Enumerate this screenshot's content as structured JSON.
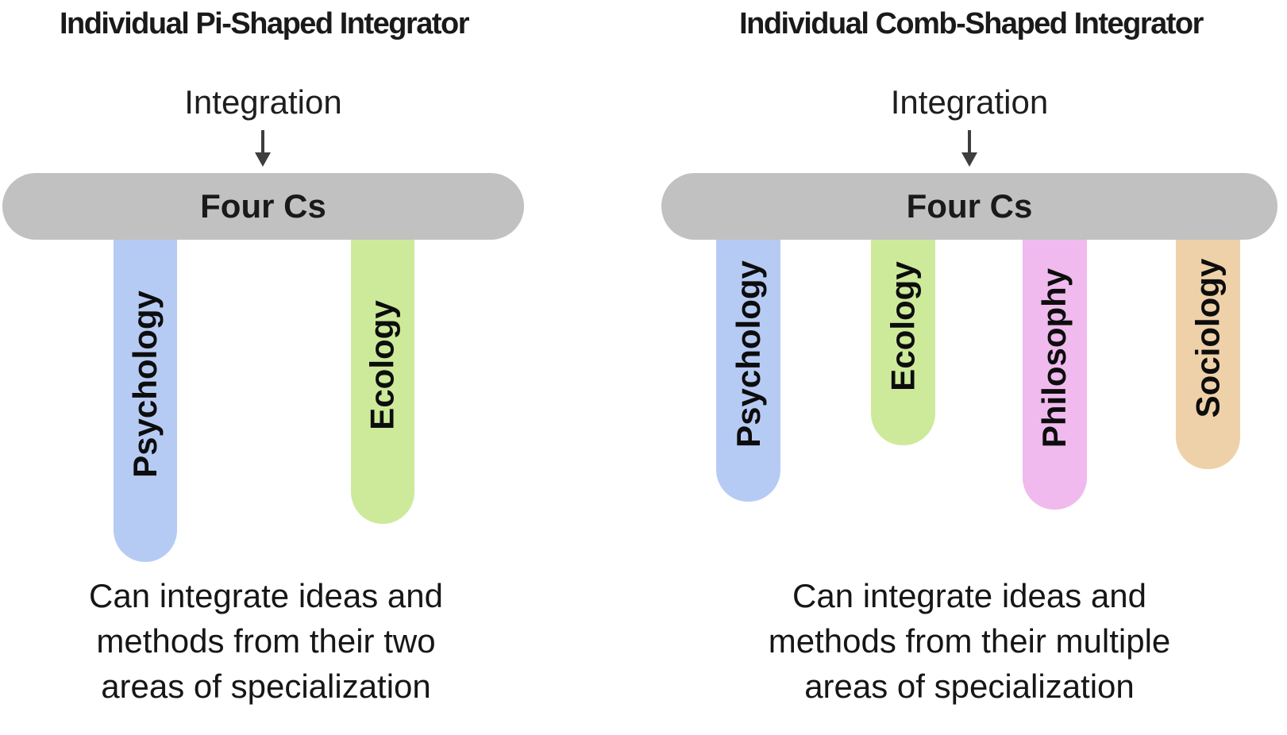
{
  "colors": {
    "background": "#ffffff",
    "hub_gray": "#c1c1c1",
    "arrow": "#3e3e3e",
    "text": "#1a1a1a",
    "psychology_blue": "#b6cbf4",
    "ecology_green": "#cdea9b",
    "philosophy_pink": "#f0baee",
    "sociology_tan": "#eed1a8"
  },
  "panels": [
    {
      "title": "Individual Pi-Shaped Integrator",
      "integration_label": "Integration",
      "hub_label": "Four Cs",
      "hub_color": "#c1c1c1",
      "spokes": [
        {
          "label": "Psychology",
          "color": "#b6cbf4"
        },
        {
          "label": "Ecology",
          "color": "#cdea9b"
        }
      ],
      "caption_lines": [
        "Can integrate ideas and",
        "methods from their two",
        "areas of specialization"
      ]
    },
    {
      "title": "Individual Comb-Shaped Integrator",
      "integration_label": "Integration",
      "hub_label": "Four Cs",
      "hub_color": "#c1c1c1",
      "spokes": [
        {
          "label": "Psychology",
          "color": "#b6cbf4"
        },
        {
          "label": "Ecology",
          "color": "#cdea9b"
        },
        {
          "label": "Philosophy",
          "color": "#f0baee"
        },
        {
          "label": "Sociology",
          "color": "#eed1a8"
        }
      ],
      "caption_lines": [
        "Can integrate ideas and",
        "methods from their multiple",
        "areas of specialization"
      ]
    }
  ]
}
